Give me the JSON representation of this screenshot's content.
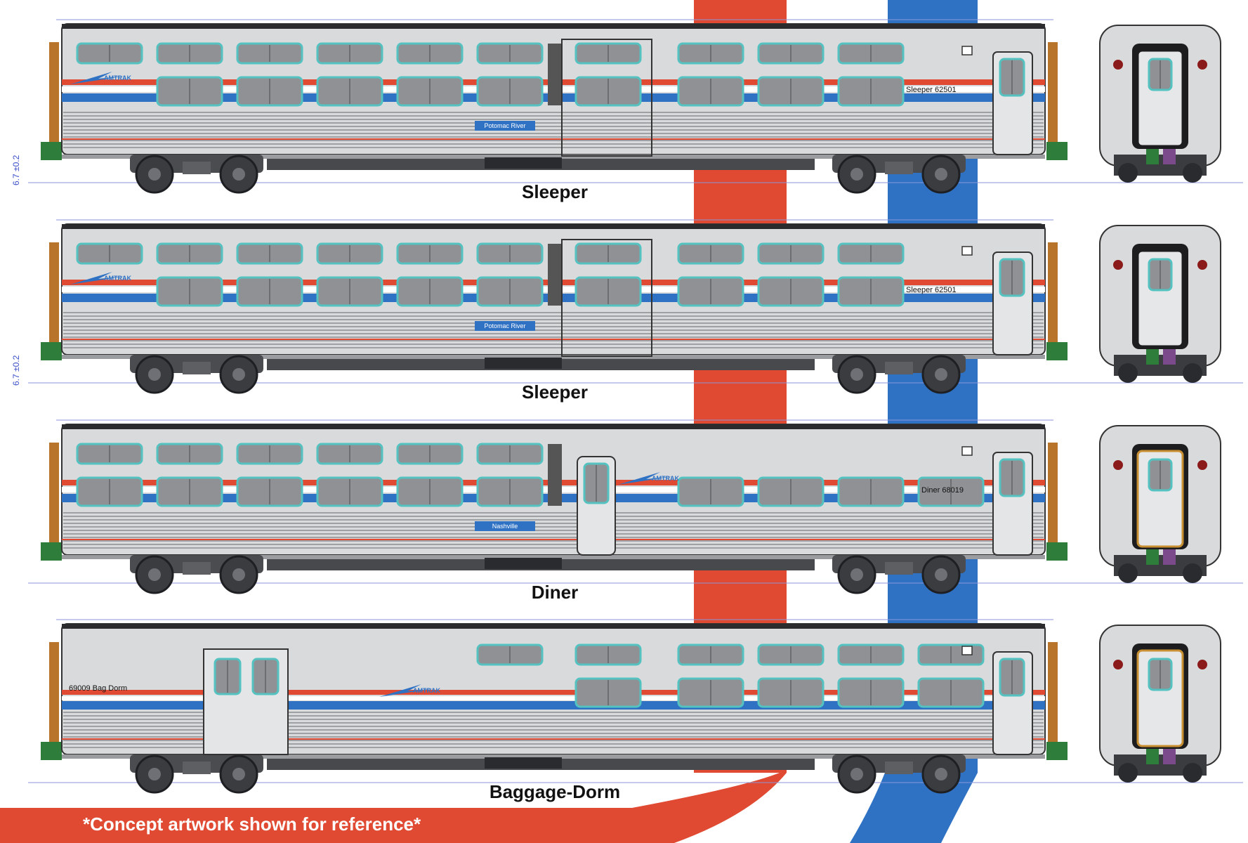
{
  "colors": {
    "accent_red": "#e04a32",
    "accent_blue": "#2f72c4",
    "car_body": "#d9dadc",
    "window_teal": "#54c2c0",
    "dimension_blue": "#3a4fc8"
  },
  "cars": [
    {
      "label": "Sleeper",
      "name_plate": "Potomac River",
      "number_text": "Sleeper 62501",
      "dimension": "6.7 ±0.2",
      "type": "sleeper"
    },
    {
      "label": "Sleeper",
      "name_plate": "Potomac River",
      "number_text": "Sleeper 62501",
      "dimension": "6.7 ±0.2",
      "type": "sleeper"
    },
    {
      "label": "Diner",
      "name_plate": "Nashville",
      "number_text": "Diner 68019",
      "dimension": "",
      "type": "diner"
    },
    {
      "label": "Baggage-Dorm",
      "name_plate": "",
      "number_text": "69009 Bag Dorm",
      "dimension": "",
      "type": "bagdorm"
    }
  ],
  "logo_text": "AMTRAK",
  "footer_note": "*Concept artwork shown for reference*"
}
